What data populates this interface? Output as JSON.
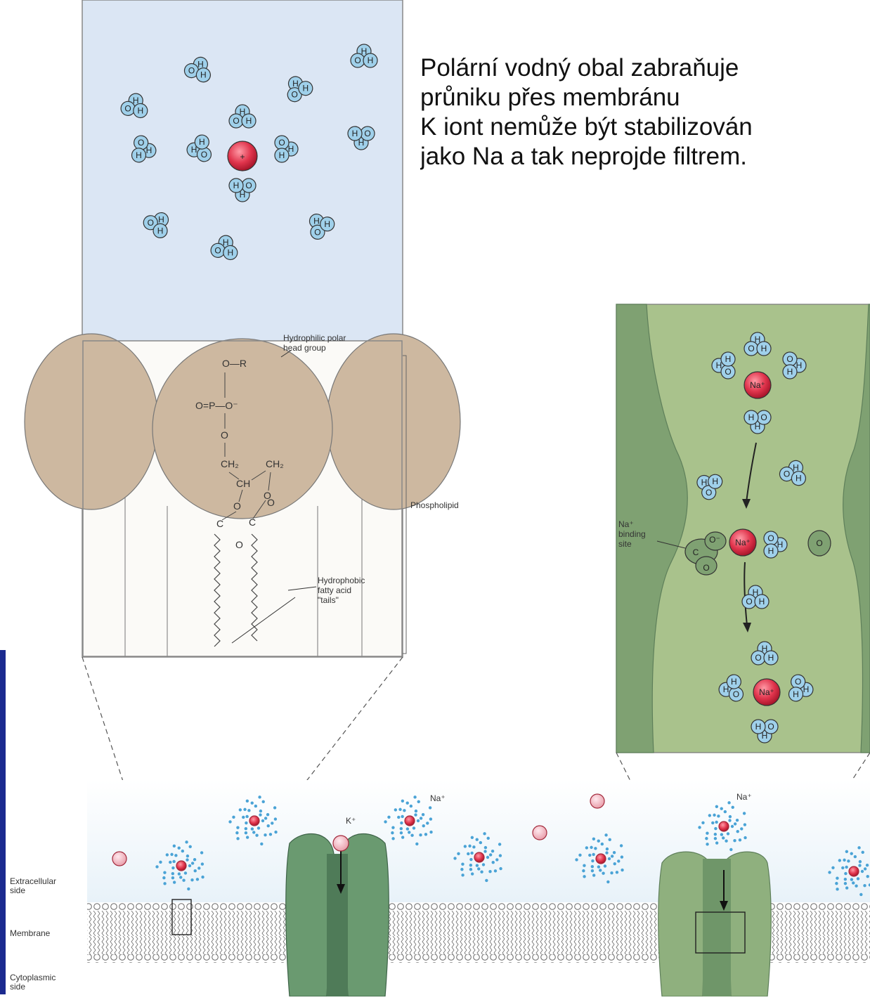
{
  "caption": {
    "line1": "Polární vodný obal zabraňuje",
    "line2": "průniku přes membránu",
    "line3": "K iont nemůže být stabilizován",
    "line4": "jako Na a tak neprojde filtrem."
  },
  "phospholipid_panel": {
    "head_label_line1": "Hydrophilic polar",
    "head_label_line2": "head group",
    "tail_label_line1": "Hydrophobic",
    "tail_label_line2": "fatty acid",
    "tail_label_line3": "\"tails\"",
    "bracket_label": "Phospholipid",
    "formula": {
      "r_group": "O—R",
      "phosphate": "O=P—O⁻",
      "o1": "O",
      "ch2a": "CH₂",
      "ch": "CH",
      "ch2b": "CH₂",
      "o2": "O",
      "o3": "O",
      "c1": "C",
      "c2": "C",
      "o4": "O",
      "o5": "O"
    },
    "ion_sign": "+"
  },
  "channel_panel": {
    "binding_label_line1": "Na⁺",
    "binding_label_line2": "binding",
    "binding_label_line3": "site",
    "ion_label": "Na⁺",
    "carboxyl_c": "C",
    "carboxyl_o_minus": "O⁻",
    "carboxyl_o": "O",
    "right_o": "O"
  },
  "membrane": {
    "label_extracellular_1": "Extracellular",
    "label_extracellular_2": "side",
    "label_membrane": "Membrane",
    "label_cytoplasmic_1": "Cytoplasmic",
    "label_cytoplasmic_2": "side",
    "ion_k": "K⁺",
    "ion_na_1": "Na⁺",
    "ion_na_2": "Na⁺"
  },
  "water_atoms": {
    "h": "H",
    "o": "O"
  },
  "colors": {
    "sky": "#dbe6f4",
    "head": "#cdb8a0",
    "water": "#9fd0ea",
    "ion": "#e0344c",
    "channel_bg": "#a9c28c",
    "channel_dark": "#5e8a62"
  }
}
